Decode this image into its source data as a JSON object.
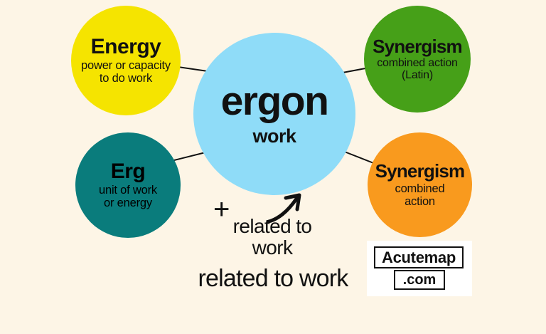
{
  "diagram": {
    "background_color": "#fdf5e6",
    "center": {
      "title": "ergon",
      "subtitle": "work",
      "color": "#8fdcf8"
    },
    "nodes": [
      {
        "id": "energy",
        "title": "Energy",
        "subtitle": "power or capacity\nto do work",
        "subtitle_line1": "power or capacity",
        "subtitle_line2": "to do work",
        "color": "#f5e400"
      },
      {
        "id": "erg",
        "title": "Erg",
        "subtitle_line1": "unit of work",
        "subtitle_line2": "or energy",
        "color": "#0a7c7c"
      },
      {
        "id": "synergism-latin",
        "title": "Synergism",
        "subtitle_line1": "combined action",
        "subtitle_line2": "(Latin)",
        "color": "#46a018"
      },
      {
        "id": "synergism",
        "title": "Synergism",
        "subtitle_line1": "combined",
        "subtitle_line2": "action",
        "color": "#f99a1e"
      }
    ],
    "annotations": {
      "plus": "+",
      "arrow": "curved-arrow-up-right",
      "related_small_line1": "related to",
      "related_small_line2": "work",
      "related_big": "related to work"
    },
    "logo": {
      "name": "Acutemap",
      "tld": ".com",
      "background_color": "#ffffff",
      "text_color": "#111111"
    },
    "connector_color": "#111111"
  }
}
